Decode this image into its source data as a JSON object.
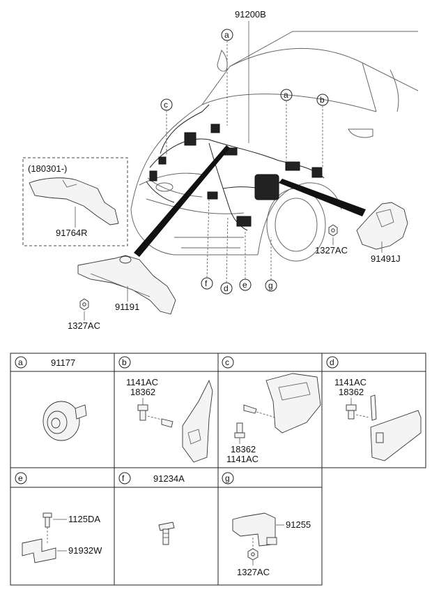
{
  "main_diagram": {
    "part_labels": {
      "harness": "91200B",
      "cover_variant_note": "(180301-)",
      "cover": "91764R",
      "bracket_right": "91491J",
      "nut_right": "1327AC",
      "protector": "91191",
      "nut_left": "1327AC"
    },
    "callouts": {
      "a_top": "a",
      "a_right": "a",
      "b": "b",
      "c": "c",
      "f": "f",
      "d": "d",
      "e": "e",
      "g": "g"
    }
  },
  "detail_table": {
    "cells": [
      {
        "letter": "a",
        "header_part": "91177",
        "parts": []
      },
      {
        "letter": "b",
        "header_part": "",
        "parts": [
          "1141AC",
          "18362"
        ]
      },
      {
        "letter": "c",
        "header_part": "",
        "parts": [
          "18362",
          "1141AC"
        ]
      },
      {
        "letter": "d",
        "header_part": "",
        "parts": [
          "1141AC",
          "18362"
        ]
      },
      {
        "letter": "e",
        "header_part": "",
        "parts": [
          "1125DA",
          "91932W"
        ]
      },
      {
        "letter": "f",
        "header_part": "91234A",
        "parts": []
      },
      {
        "letter": "g",
        "header_part": "",
        "parts": [
          "91255",
          "1327AC"
        ]
      }
    ]
  }
}
